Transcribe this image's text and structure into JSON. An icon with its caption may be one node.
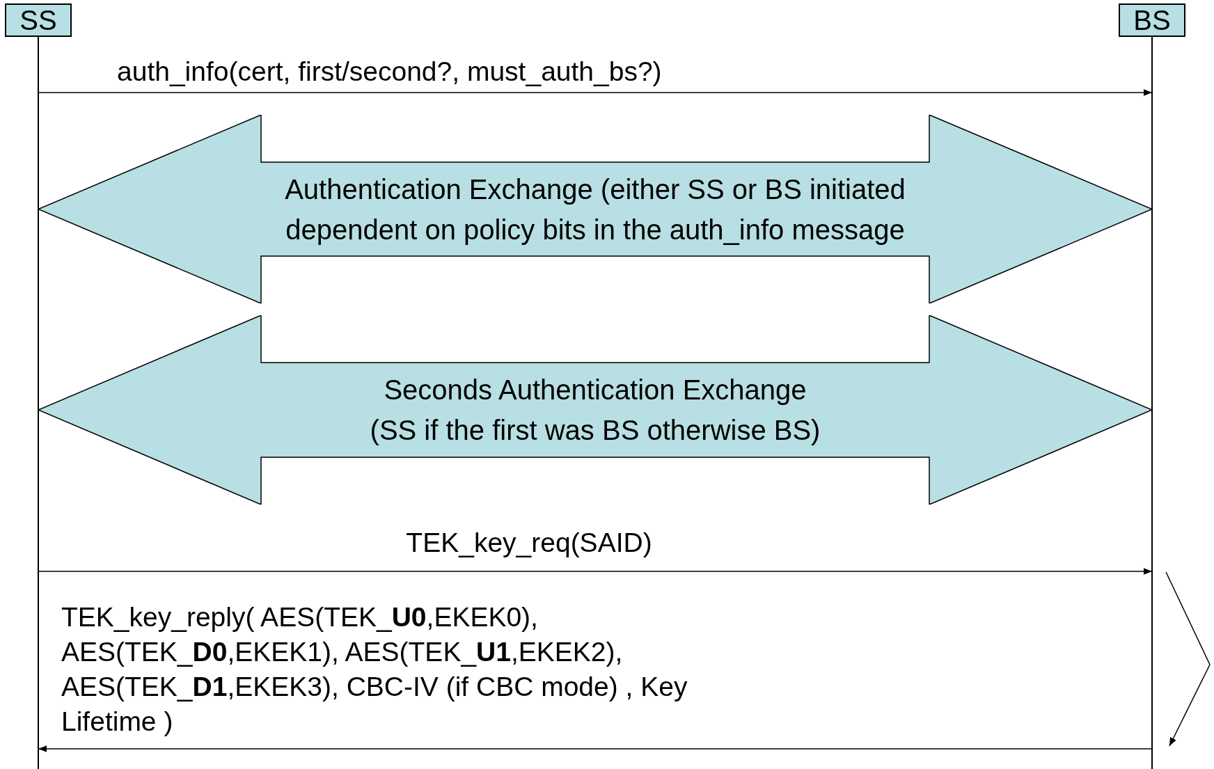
{
  "diagram": {
    "nodes": [
      {
        "text": [
          "SS"
        ]
      },
      {
        "text": [
          "BS"
        ]
      },
      {
        "text": [
          "Authentication Exchange (either SS or BS initiated dependent on policy bits in the auth_info message"
        ]
      },
      {
        "text": [
          "Seconds Authentication Exchange (SS if the first was BS otherwise BS)"
        ]
      },
      {
        "text": [],
        "shape": "line"
      },
      {
        "text": [],
        "shape": "line"
      }
    ],
    "edges": [
      {
        "from": 4,
        "to": 5,
        "arrow": "to",
        "label": "auth_info(cert, first/second?, must_auth_bs?)"
      },
      {
        "from": 4,
        "to": 5,
        "arrow": "to",
        "label": "TEK_key_req(SAID)"
      },
      {
        "from": 5,
        "to": 4,
        "arrow": "to",
        "label": "TEK_key_reply( AES(TEK_**U0**,EKEK0), AES(TEK_**D0**,EKEK1), AES(TEK_**U1**,EKEK2), AES(TEK_**D1**,EKEK3), CBC-IV (if CBC mode) , Key Lifetime )"
      }
    ]
  }
}
